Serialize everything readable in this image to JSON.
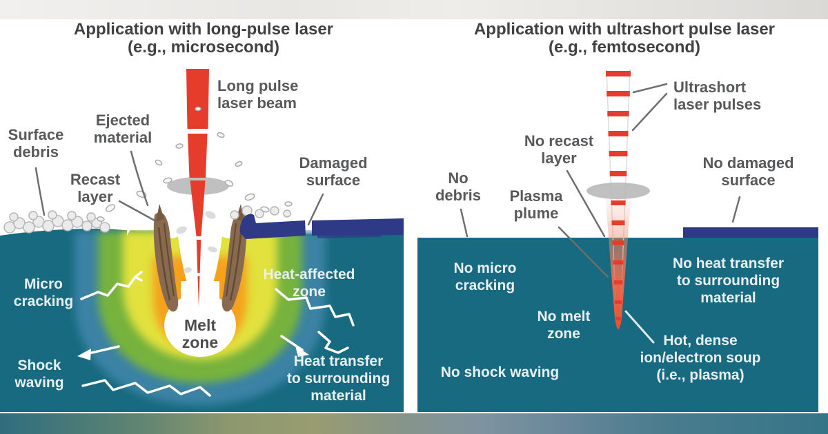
{
  "colors": {
    "teal": "#176a80",
    "navy": "#2e3a85",
    "red": "#e63c2c",
    "salmon": "#ee6a4c",
    "green": "#76b23e",
    "yellow": "#e2e13c",
    "orange": "#f5a11d",
    "blue_ring": "#3b82a4",
    "brown": "#8a6a4e",
    "lens_gray": "#b9b9b9",
    "title_dark": "#414042",
    "label_dark": "#58595b",
    "label_light": "#e8f0f3",
    "leader_gray": "#6d6e70",
    "crack_white": "#ffffff"
  },
  "left": {
    "title": "Application with long-pulse laser\n(e.g., microsecond)",
    "labels": {
      "beam": "Long pulse\nlaser beam",
      "surface_debris": "Surface\ndebris",
      "ejected_material": "Ejected\nmaterial",
      "recast_layer": "Recast\nlayer",
      "damaged_surface": "Damaged\nsurface",
      "micro_cracking": "Micro\ncracking",
      "shock_waving": "Shock\nwaving",
      "melt_zone": "Melt\nzone",
      "heat_affected_zone": "Heat-affected\nzone",
      "heat_transfer": "Heat transfer\nto surrounding\nmaterial"
    }
  },
  "right": {
    "title": "Application with ultrashort pulse laser\n(e.g., femtosecond)",
    "labels": {
      "pulses": "Ultrashort\nlaser pulses",
      "no_recast_layer": "No recast\nlayer",
      "no_debris": "No\ndebris",
      "plasma_plume": "Plasma\nplume",
      "no_damaged_surface": "No damaged\nsurface",
      "no_micro_cracking": "No micro\ncracking",
      "no_melt_zone": "No melt\nzone",
      "no_shock_waving": "No shock waving",
      "no_heat_transfer": "No heat transfer\nto surrounding\nmaterial",
      "plasma_soup": "Hot, dense\nion/electron soup\n(i.e., plasma)"
    }
  }
}
